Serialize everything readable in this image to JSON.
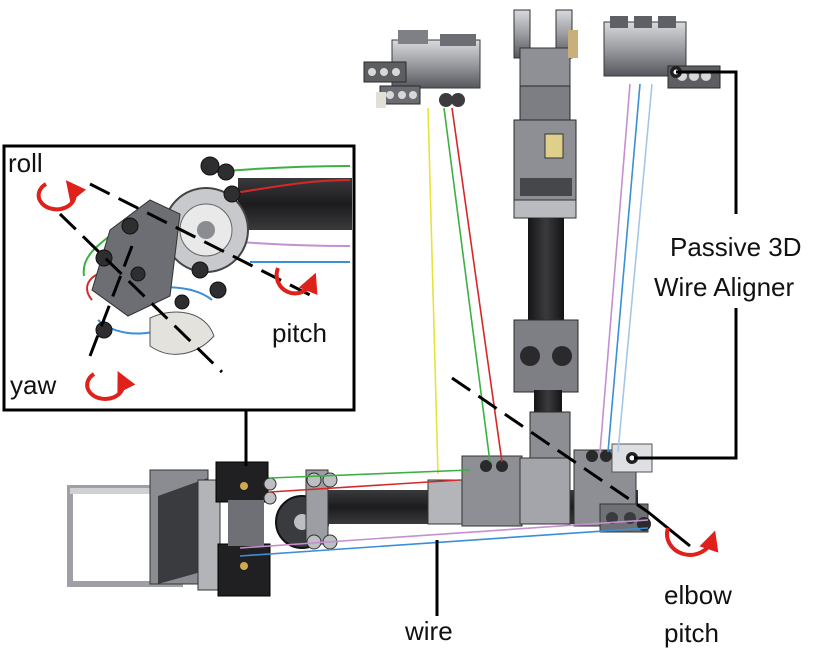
{
  "labels": {
    "roll": "roll",
    "pitch": "pitch",
    "yaw": "yaw",
    "aligner_line1": "Passive 3D",
    "aligner_line2": "Wire Aligner",
    "wire": "wire",
    "elbow_line1": "elbow",
    "elbow_line2": "pitch"
  },
  "colors": {
    "rotation_arrow": "#e0201b",
    "wire_green": "#3cb043",
    "wire_red": "#d62828",
    "wire_blue": "#3a8fd8",
    "wire_violet": "#c58fd0",
    "wire_yellow": "#e8e23a",
    "metal_dark": "#2e2e30",
    "metal_mid": "#6f7075",
    "metal_light": "#b9bbbf",
    "carbon": "#262628",
    "callout_line": "#000000"
  },
  "icons": {
    "roll": "rotation-arrow-icon",
    "pitch": "rotation-arrow-icon",
    "yaw": "rotation-arrow-icon",
    "elbow": "rotation-arrow-icon"
  }
}
